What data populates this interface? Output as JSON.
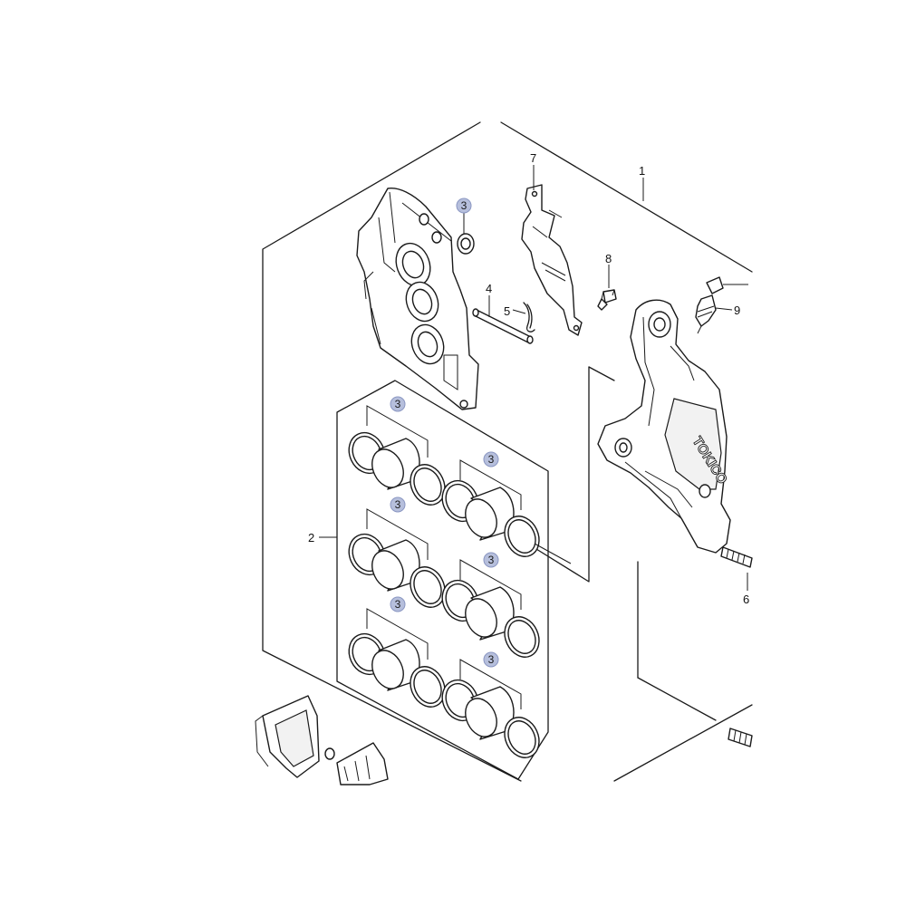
{
  "diagram": {
    "brand_text": "TOKICO",
    "part_labels": [
      {
        "id": "part-1",
        "text": "1"
      },
      {
        "id": "part-2",
        "text": "2"
      },
      {
        "id": "part-4",
        "text": "4"
      },
      {
        "id": "part-5",
        "text": "5"
      },
      {
        "id": "part-6",
        "text": "6"
      },
      {
        "id": "part-7",
        "text": "7"
      },
      {
        "id": "part-8",
        "text": "8"
      },
      {
        "id": "part-9",
        "text": "9"
      }
    ],
    "callouts": [
      {
        "id": "callout-3a",
        "text": "3"
      },
      {
        "id": "callout-3b",
        "text": "3"
      },
      {
        "id": "callout-3c",
        "text": "3"
      },
      {
        "id": "callout-3d",
        "text": "3"
      },
      {
        "id": "callout-3e",
        "text": "3"
      },
      {
        "id": "callout-3f",
        "text": "3"
      },
      {
        "id": "callout-3g",
        "text": "3"
      }
    ],
    "colors": {
      "line": "#1a1a1a",
      "callout_fill": "#b6bfdc",
      "background": "#ffffff"
    }
  }
}
